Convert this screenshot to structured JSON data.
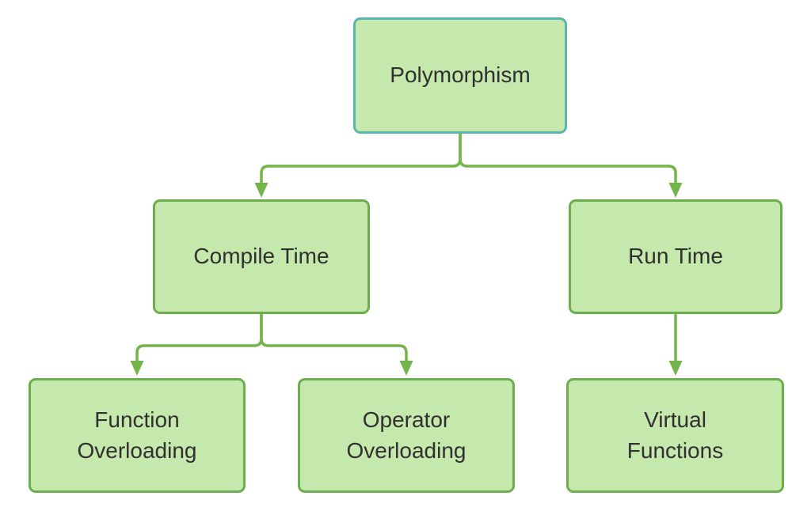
{
  "diagram": {
    "nodes": {
      "polymorphism": {
        "label": "Polymorphism"
      },
      "compile_time": {
        "label": "Compile Time"
      },
      "run_time": {
        "label": "Run Time"
      },
      "function_overloading": {
        "label": "Function\nOverloading"
      },
      "operator_overloading": {
        "label": "Operator\nOverloading"
      },
      "virtual_functions": {
        "label": "Virtual\nFunctions"
      }
    },
    "edges": [
      {
        "from": "polymorphism",
        "to": "compile_time"
      },
      {
        "from": "polymorphism",
        "to": "run_time"
      },
      {
        "from": "compile_time",
        "to": "function_overloading"
      },
      {
        "from": "compile_time",
        "to": "operator_overloading"
      },
      {
        "from": "run_time",
        "to": "virtual_functions"
      }
    ],
    "colors": {
      "background": "#ffffff",
      "node_fill": "#c5e8ad",
      "node_border_green": "#6cad4d",
      "root_border_teal": "#57b7ac",
      "connector_green": "#74b549",
      "text": "#303030"
    }
  }
}
